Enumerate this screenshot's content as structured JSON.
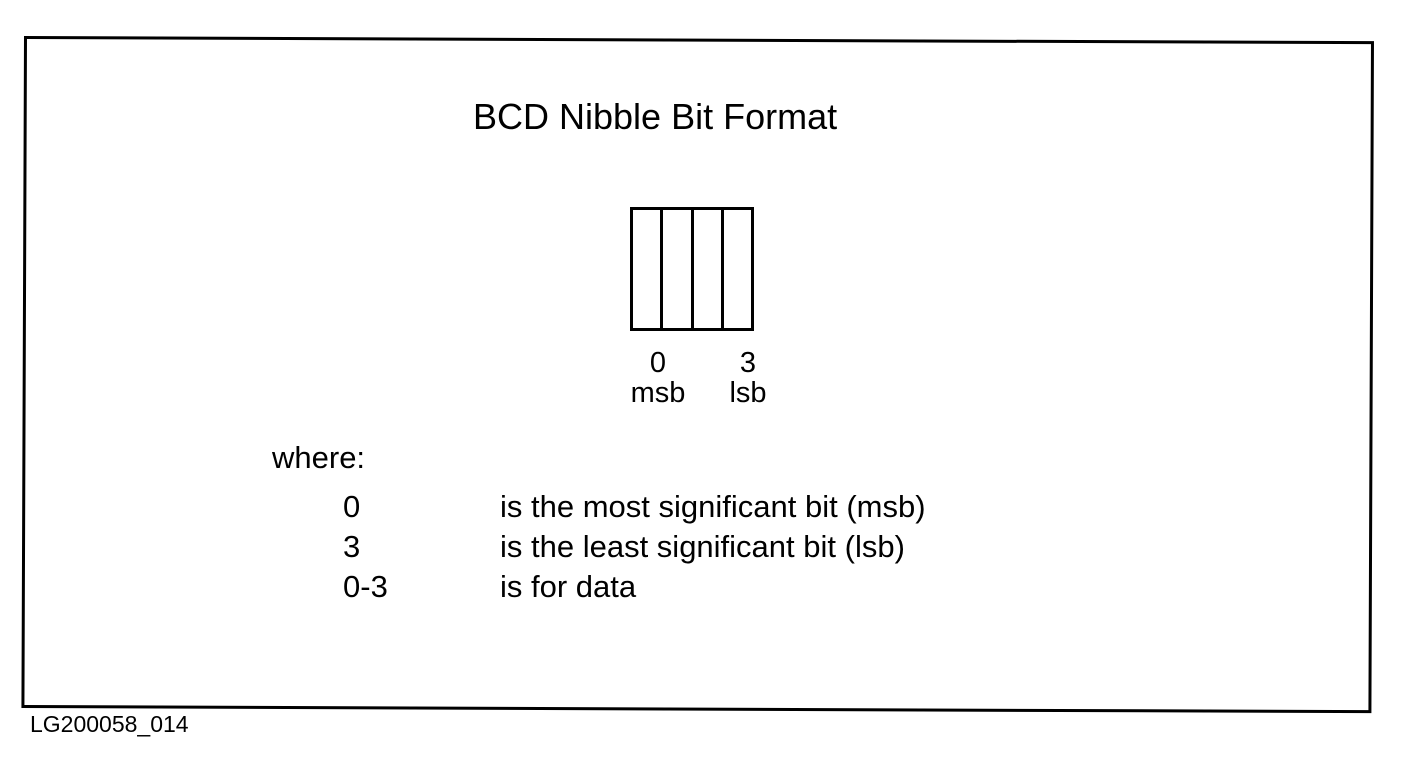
{
  "title": "BCD Nibble Bit Format",
  "nibble": {
    "bits": 4,
    "left_label": {
      "bit": "0",
      "name": "msb"
    },
    "right_label": {
      "bit": "3",
      "name": "lsb"
    }
  },
  "legend": {
    "heading": "where:",
    "rows": [
      {
        "term": "0",
        "description": "is the most significant bit (msb)"
      },
      {
        "term": "3",
        "description": "is the least significant bit (lsb)"
      },
      {
        "term": "0-3",
        "description": "is for data"
      }
    ]
  },
  "caption": "LG200058_014"
}
